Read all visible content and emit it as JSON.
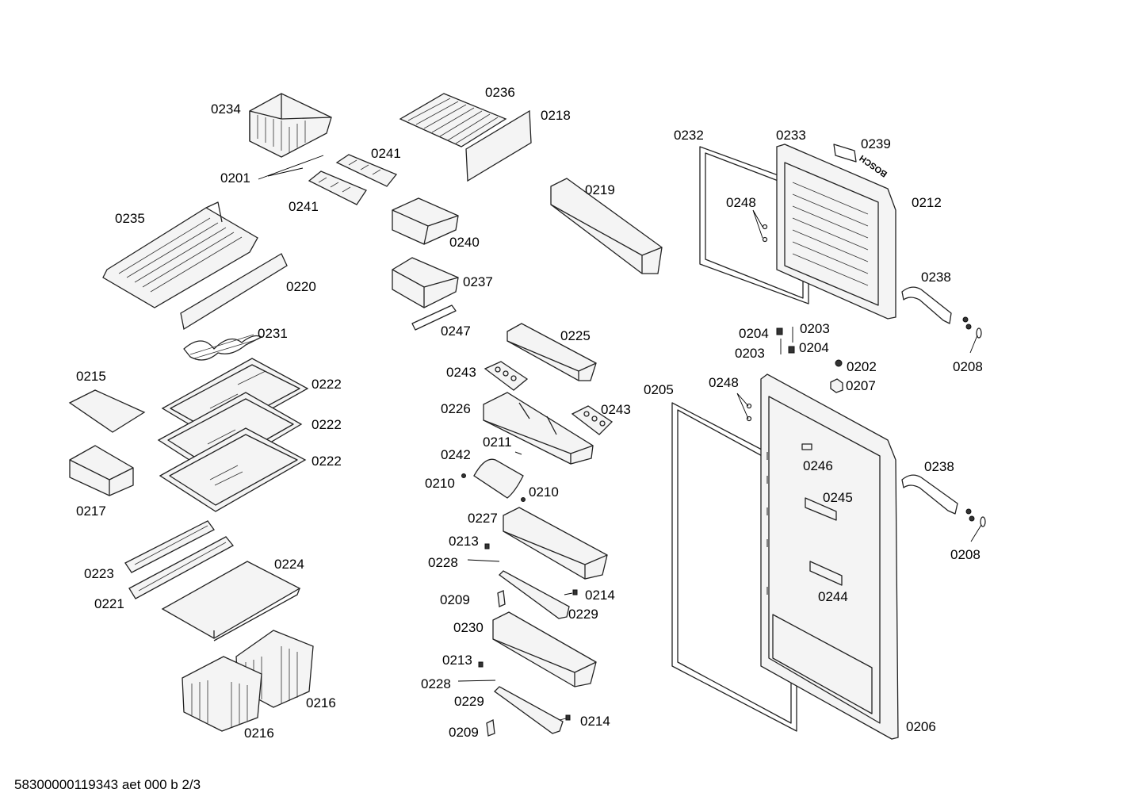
{
  "diagram": {
    "footer_code": "58300000119343 aet 000 b 2/3",
    "logo_text": "BOSCH",
    "callouts": [
      "0234",
      "0236",
      "0218",
      "0201",
      "0241",
      "0241",
      "0235",
      "0240",
      "0219",
      "0220",
      "0237",
      "0231",
      "0247",
      "0232",
      "0233",
      "0239",
      "0212",
      "0248",
      "0238",
      "0204",
      "0203",
      "0203",
      "0204",
      "0208",
      "0202",
      "0207",
      "0215",
      "0222",
      "0222",
      "0222",
      "0225",
      "0243",
      "0226",
      "0243",
      "0211",
      "0242",
      "0210",
      "0210",
      "0205",
      "0248",
      "0246",
      "0245",
      "0238",
      "0208",
      "0217",
      "0227",
      "0213",
      "0228",
      "0214",
      "0209",
      "0229",
      "0244",
      "0223",
      "0221",
      "0224",
      "0230",
      "0213",
      "0228",
      "0229",
      "0214",
      "0209",
      "0216",
      "0216",
      "0206"
    ]
  }
}
